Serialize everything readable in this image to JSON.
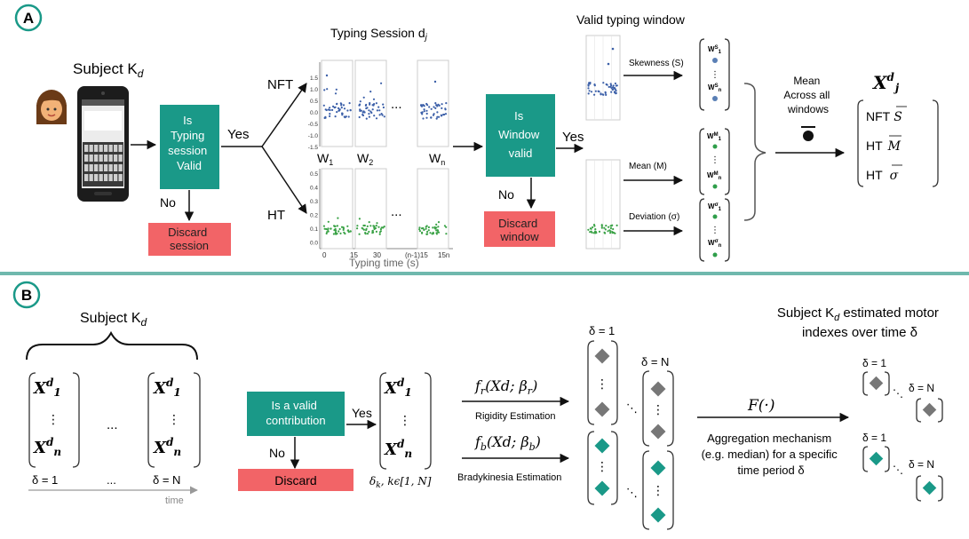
{
  "panel_a": {
    "label": "A",
    "subject": "Subject K",
    "subject_sub": "d",
    "typing_session_title": "Typing Session d",
    "typing_session_sub": "j",
    "is_typing_valid": [
      "Is",
      "Typing",
      "session",
      "Valid"
    ],
    "yes": "Yes",
    "no": "No",
    "discard_session": [
      "Discard",
      "session"
    ],
    "nft": "NFT",
    "ht": "HT",
    "window_labels": [
      "W",
      "W",
      "W"
    ],
    "window_subs": [
      "1",
      "2",
      "n"
    ],
    "ellipsis": "...",
    "nft_yticks": [
      "1.5",
      "1.0",
      "0.5",
      "0.0",
      "-0.5",
      "-1.0",
      "-1.5"
    ],
    "ht_yticks": [
      "0.5",
      "0.4",
      "0.3",
      "0.2",
      "0.1",
      "0.0"
    ],
    "ht_xticks": [
      "0",
      "15",
      "30",
      "(n-1)15",
      "15n"
    ],
    "xaxis_label": "Typing time (s)",
    "is_window_valid": [
      "Is",
      "Window",
      "valid"
    ],
    "discard_window": [
      "Discard",
      "window"
    ],
    "valid_typing_window": "Valid typing window",
    "skewness": "Skewness (S)",
    "mean": "Mean (M)",
    "deviation": "Deviation (σ)",
    "vec_s": [
      "W",
      "S",
      "1",
      "n"
    ],
    "vec_m": [
      "W",
      "M",
      "1",
      "n"
    ],
    "vec_sigma": [
      "W",
      "σ",
      "1",
      "n"
    ],
    "mean_across": [
      "Mean",
      "Across all",
      "windows"
    ],
    "result_x": "X",
    "result_sup": "d",
    "result_sub": "j",
    "result_rows": [
      {
        "prefix": "NFT",
        "sym": "S"
      },
      {
        "prefix": "HT",
        "sym": "M"
      },
      {
        "prefix": "HT",
        "sym": "σ"
      }
    ]
  },
  "panel_b": {
    "label": "B",
    "subject": "Subject K",
    "subject_sub": "d",
    "vec_x": "X",
    "vec_sup": "d",
    "vec_sub_top": "1",
    "vec_sub_bottom": "n",
    "vdots": "⋮",
    "hdots": "...",
    "delta_1": "δ = 1",
    "delta_N": "δ = N",
    "time": "time",
    "is_valid_contribution": [
      "Is a valid",
      "contribution"
    ],
    "yes": "Yes",
    "no": "No",
    "discard": "Discard",
    "delta_k": "δ",
    "delta_k_sub": "k",
    "delta_k_rest": ", kϵ[1, N]",
    "fr_func": "f",
    "fr_sub": "r",
    "fr_args": "(Xd; β",
    "fr_args_sub": "r",
    "fb_func": "f",
    "fb_sub": "b",
    "fb_args": "(Xd; β",
    "fb_args_sub": "b",
    "rigidity": "Rigidity Estimation",
    "bradykinesia": "Bradykinesia Estimation",
    "agg_func": "F(·)",
    "agg_text": [
      "Aggregation mechanism",
      "(e.g. median) for a specific",
      "time period δ"
    ],
    "estimated_title_1a": "Subject K",
    "estimated_title_sub": "d",
    "estimated_title_1b": " estimated motor",
    "estimated_title_2": "indexes over time δ"
  },
  "colors": {
    "teal": "#1a9988",
    "red": "#f26467",
    "divider": "#6fb8ad",
    "nft_points": "#3b5fa8",
    "ht_points": "#3aa246",
    "rigidity_diamond": "#777777",
    "brady_diamond": "#1a9988"
  }
}
